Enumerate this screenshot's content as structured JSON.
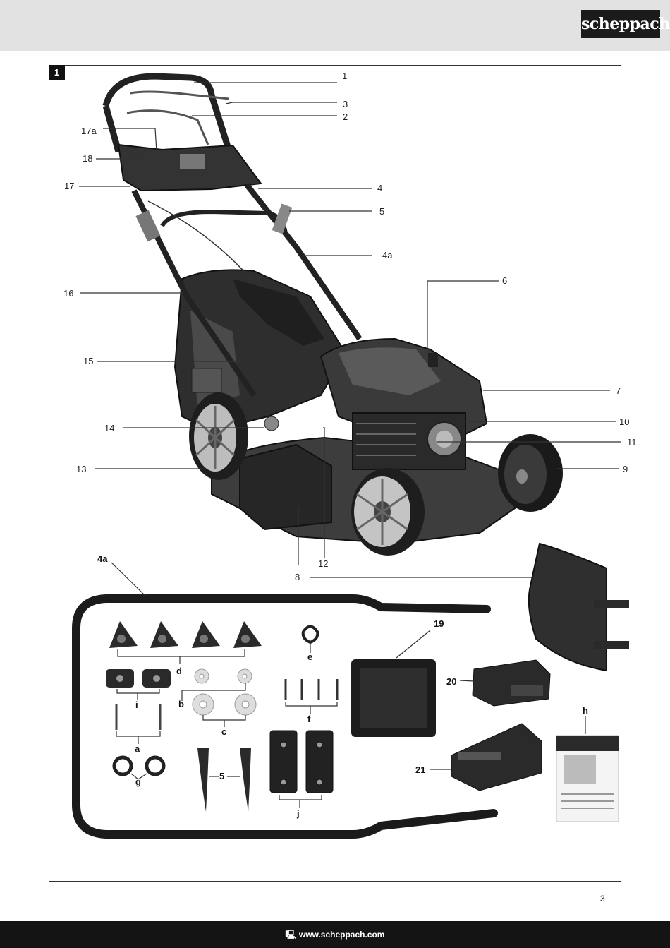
{
  "brand": {
    "logo_text": "scheppach"
  },
  "figure": {
    "number": "1"
  },
  "callouts": {
    "c1": "1",
    "c3": "3",
    "c2": "2",
    "c17a": "17a",
    "c18": "18",
    "c17": "17",
    "c4": "4",
    "c5": "5",
    "c4a": "4a",
    "c16": "16",
    "c6": "6",
    "c15": "15",
    "c7": "7",
    "c14": "14",
    "c10": "10",
    "c11": "11",
    "c13": "13",
    "c9": "9",
    "c12": "12",
    "c8": "8"
  },
  "parts": {
    "p4a": "4a",
    "p19": "19",
    "pd": "d",
    "pe": "e",
    "p20": "20",
    "pi": "i",
    "pb": "b",
    "pf": "f",
    "ph": "h",
    "pc": "c",
    "pa": "a",
    "p21": "21",
    "pg": "g",
    "p5": "5",
    "pj": "j"
  },
  "footer": {
    "page_number": "3",
    "website": "www.scheppach.com",
    "website_icon": "monitor-icon"
  },
  "colors": {
    "header_bg": "#e2e2e2",
    "footer_bg": "#141414",
    "machine": "#3a3a3a",
    "accent": "#111111"
  }
}
